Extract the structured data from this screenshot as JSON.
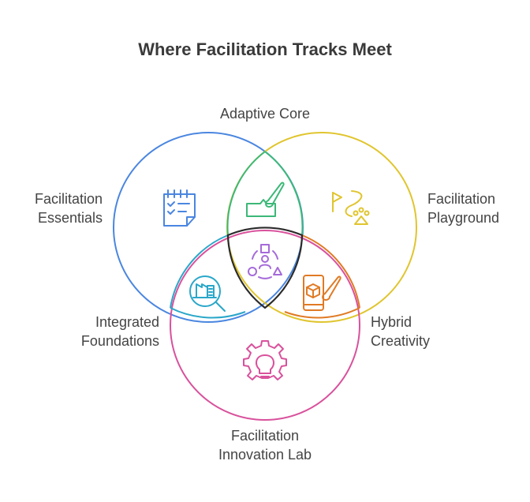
{
  "title": "Where Facilitation Tracks Meet",
  "colors": {
    "blue": "#4a86e0",
    "yellow": "#e0c52e",
    "pink": "#d9519c",
    "green": "#3cb878",
    "teal": "#2aa7c9",
    "orange": "#e07a24",
    "dark": "#2b2b2b",
    "purple": "#a56ad9"
  },
  "sets": {
    "essentials": {
      "line1": "Facilitation",
      "line2": "Essentials",
      "icon": "checklist-icon"
    },
    "playground": {
      "line1": "Facilitation",
      "line2": "Playground",
      "icon": "flag-paw-path-icon"
    },
    "innovation": {
      "line1": "Facilitation",
      "line2": "Innovation Lab",
      "icon": "lightbulb-gear-icon"
    }
  },
  "overlaps": {
    "adaptive_core": {
      "label": "Adaptive Core",
      "icon": "paint-tray-brush-icon"
    },
    "integrated_foundations": {
      "line1": "Integrated",
      "line2": "Foundations",
      "icon": "building-magnifier-icon"
    },
    "hybrid_creativity": {
      "line1": "Hybrid",
      "line2": "Creativity",
      "icon": "phone-cube-brush-icon"
    },
    "center": {
      "icon": "shapes-person-icon"
    }
  }
}
